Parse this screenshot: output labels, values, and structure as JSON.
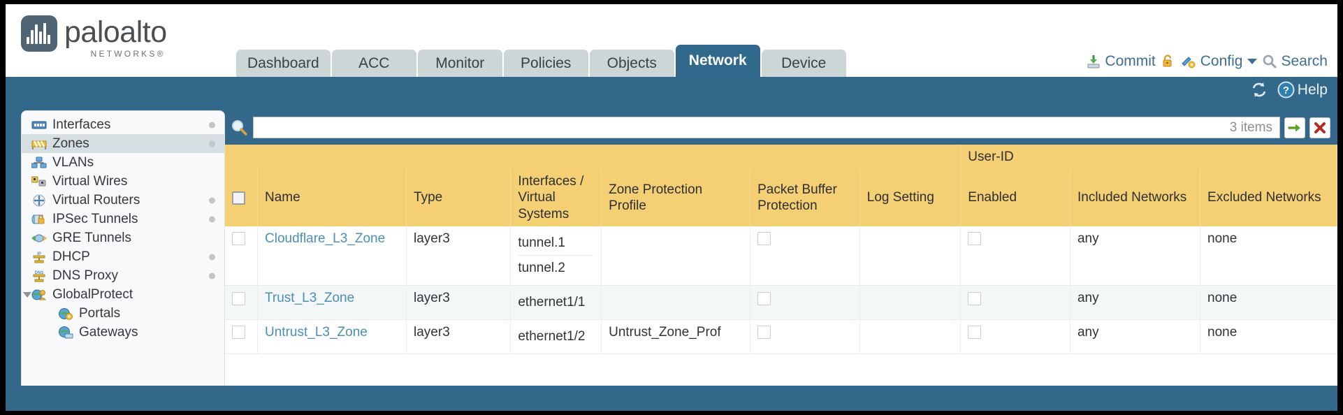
{
  "brand": {
    "name": "paloalto",
    "sub": "NETWORKS®"
  },
  "nav": {
    "tabs": [
      {
        "label": "Dashboard",
        "active": false
      },
      {
        "label": "ACC",
        "active": false
      },
      {
        "label": "Monitor",
        "active": false
      },
      {
        "label": "Policies",
        "active": false
      },
      {
        "label": "Objects",
        "active": false
      },
      {
        "label": "Network",
        "active": true
      },
      {
        "label": "Device",
        "active": false
      }
    ]
  },
  "topactions": {
    "commit": "Commit",
    "lock_icon": "unlock-padlock-icon",
    "config": "Config",
    "search": "Search"
  },
  "bluebar": {
    "refresh_icon": "refresh-icon",
    "help": "Help"
  },
  "sidebar": {
    "items": [
      {
        "label": "Interfaces",
        "icon": "interfaces-icon",
        "dot": true,
        "selected": false,
        "child": false,
        "twisty": false
      },
      {
        "label": "Zones",
        "icon": "zones-icon",
        "dot": true,
        "selected": true,
        "child": false,
        "twisty": false
      },
      {
        "label": "VLANs",
        "icon": "vlans-icon",
        "dot": false,
        "selected": false,
        "child": false,
        "twisty": false
      },
      {
        "label": "Virtual Wires",
        "icon": "virtual-wires-icon",
        "dot": false,
        "selected": false,
        "child": false,
        "twisty": false
      },
      {
        "label": "Virtual Routers",
        "icon": "virtual-routers-icon",
        "dot": true,
        "selected": false,
        "child": false,
        "twisty": false
      },
      {
        "label": "IPSec Tunnels",
        "icon": "ipsec-tunnels-icon",
        "dot": true,
        "selected": false,
        "child": false,
        "twisty": false
      },
      {
        "label": "GRE Tunnels",
        "icon": "gre-tunnels-icon",
        "dot": false,
        "selected": false,
        "child": false,
        "twisty": false
      },
      {
        "label": "DHCP",
        "icon": "dhcp-icon",
        "dot": true,
        "selected": false,
        "child": false,
        "twisty": false
      },
      {
        "label": "DNS Proxy",
        "icon": "dns-proxy-icon",
        "dot": true,
        "selected": false,
        "child": false,
        "twisty": false
      },
      {
        "label": "GlobalProtect",
        "icon": "globalprotect-icon",
        "dot": false,
        "selected": false,
        "child": false,
        "twisty": true
      },
      {
        "label": "Portals",
        "icon": "portals-icon",
        "dot": false,
        "selected": false,
        "child": true,
        "twisty": false
      },
      {
        "label": "Gateways",
        "icon": "gateways-icon",
        "dot": false,
        "selected": false,
        "child": true,
        "twisty": false
      }
    ]
  },
  "filter": {
    "search_icon": "search-icon",
    "value": "",
    "placeholder": "",
    "item_count": "3 items",
    "apply_icon": "green-arrow-icon",
    "clear_icon": "red-x-icon"
  },
  "table": {
    "group_header": "User-ID",
    "columns": [
      "Name",
      "Type",
      "Interfaces / Virtual Systems",
      "Zone Protection Profile",
      "Packet Buffer Protection",
      "Log Setting",
      "Enabled",
      "Included Networks",
      "Excluded Networks"
    ],
    "rows": [
      {
        "selected": false,
        "name": "Cloudflare_L3_Zone",
        "type": "layer3",
        "interfaces": [
          "tunnel.1",
          "tunnel.2"
        ],
        "zone_protection_profile": "",
        "packet_buffer_protection": false,
        "log_setting": "",
        "userid_enabled": false,
        "included_networks": "any",
        "excluded_networks": "none"
      },
      {
        "selected": false,
        "name": "Trust_L3_Zone",
        "type": "layer3",
        "interfaces": [
          "ethernet1/1"
        ],
        "zone_protection_profile": "",
        "packet_buffer_protection": false,
        "log_setting": "",
        "userid_enabled": false,
        "included_networks": "any",
        "excluded_networks": "none"
      },
      {
        "selected": false,
        "name": "Untrust_L3_Zone",
        "type": "layer3",
        "interfaces": [
          "ethernet1/2"
        ],
        "zone_protection_profile": "Untrust_Zone_Prof",
        "packet_buffer_protection": false,
        "log_setting": "",
        "userid_enabled": false,
        "included_networks": "any",
        "excluded_networks": "none"
      }
    ]
  },
  "colors": {
    "brand_blue": "#33688a",
    "tab_active": "#31698d",
    "tab_inactive": "#cdd6d6",
    "header_gold": "#f5cf73",
    "group_gold": "#e3b143",
    "link_blue": "#4a8fb5"
  }
}
